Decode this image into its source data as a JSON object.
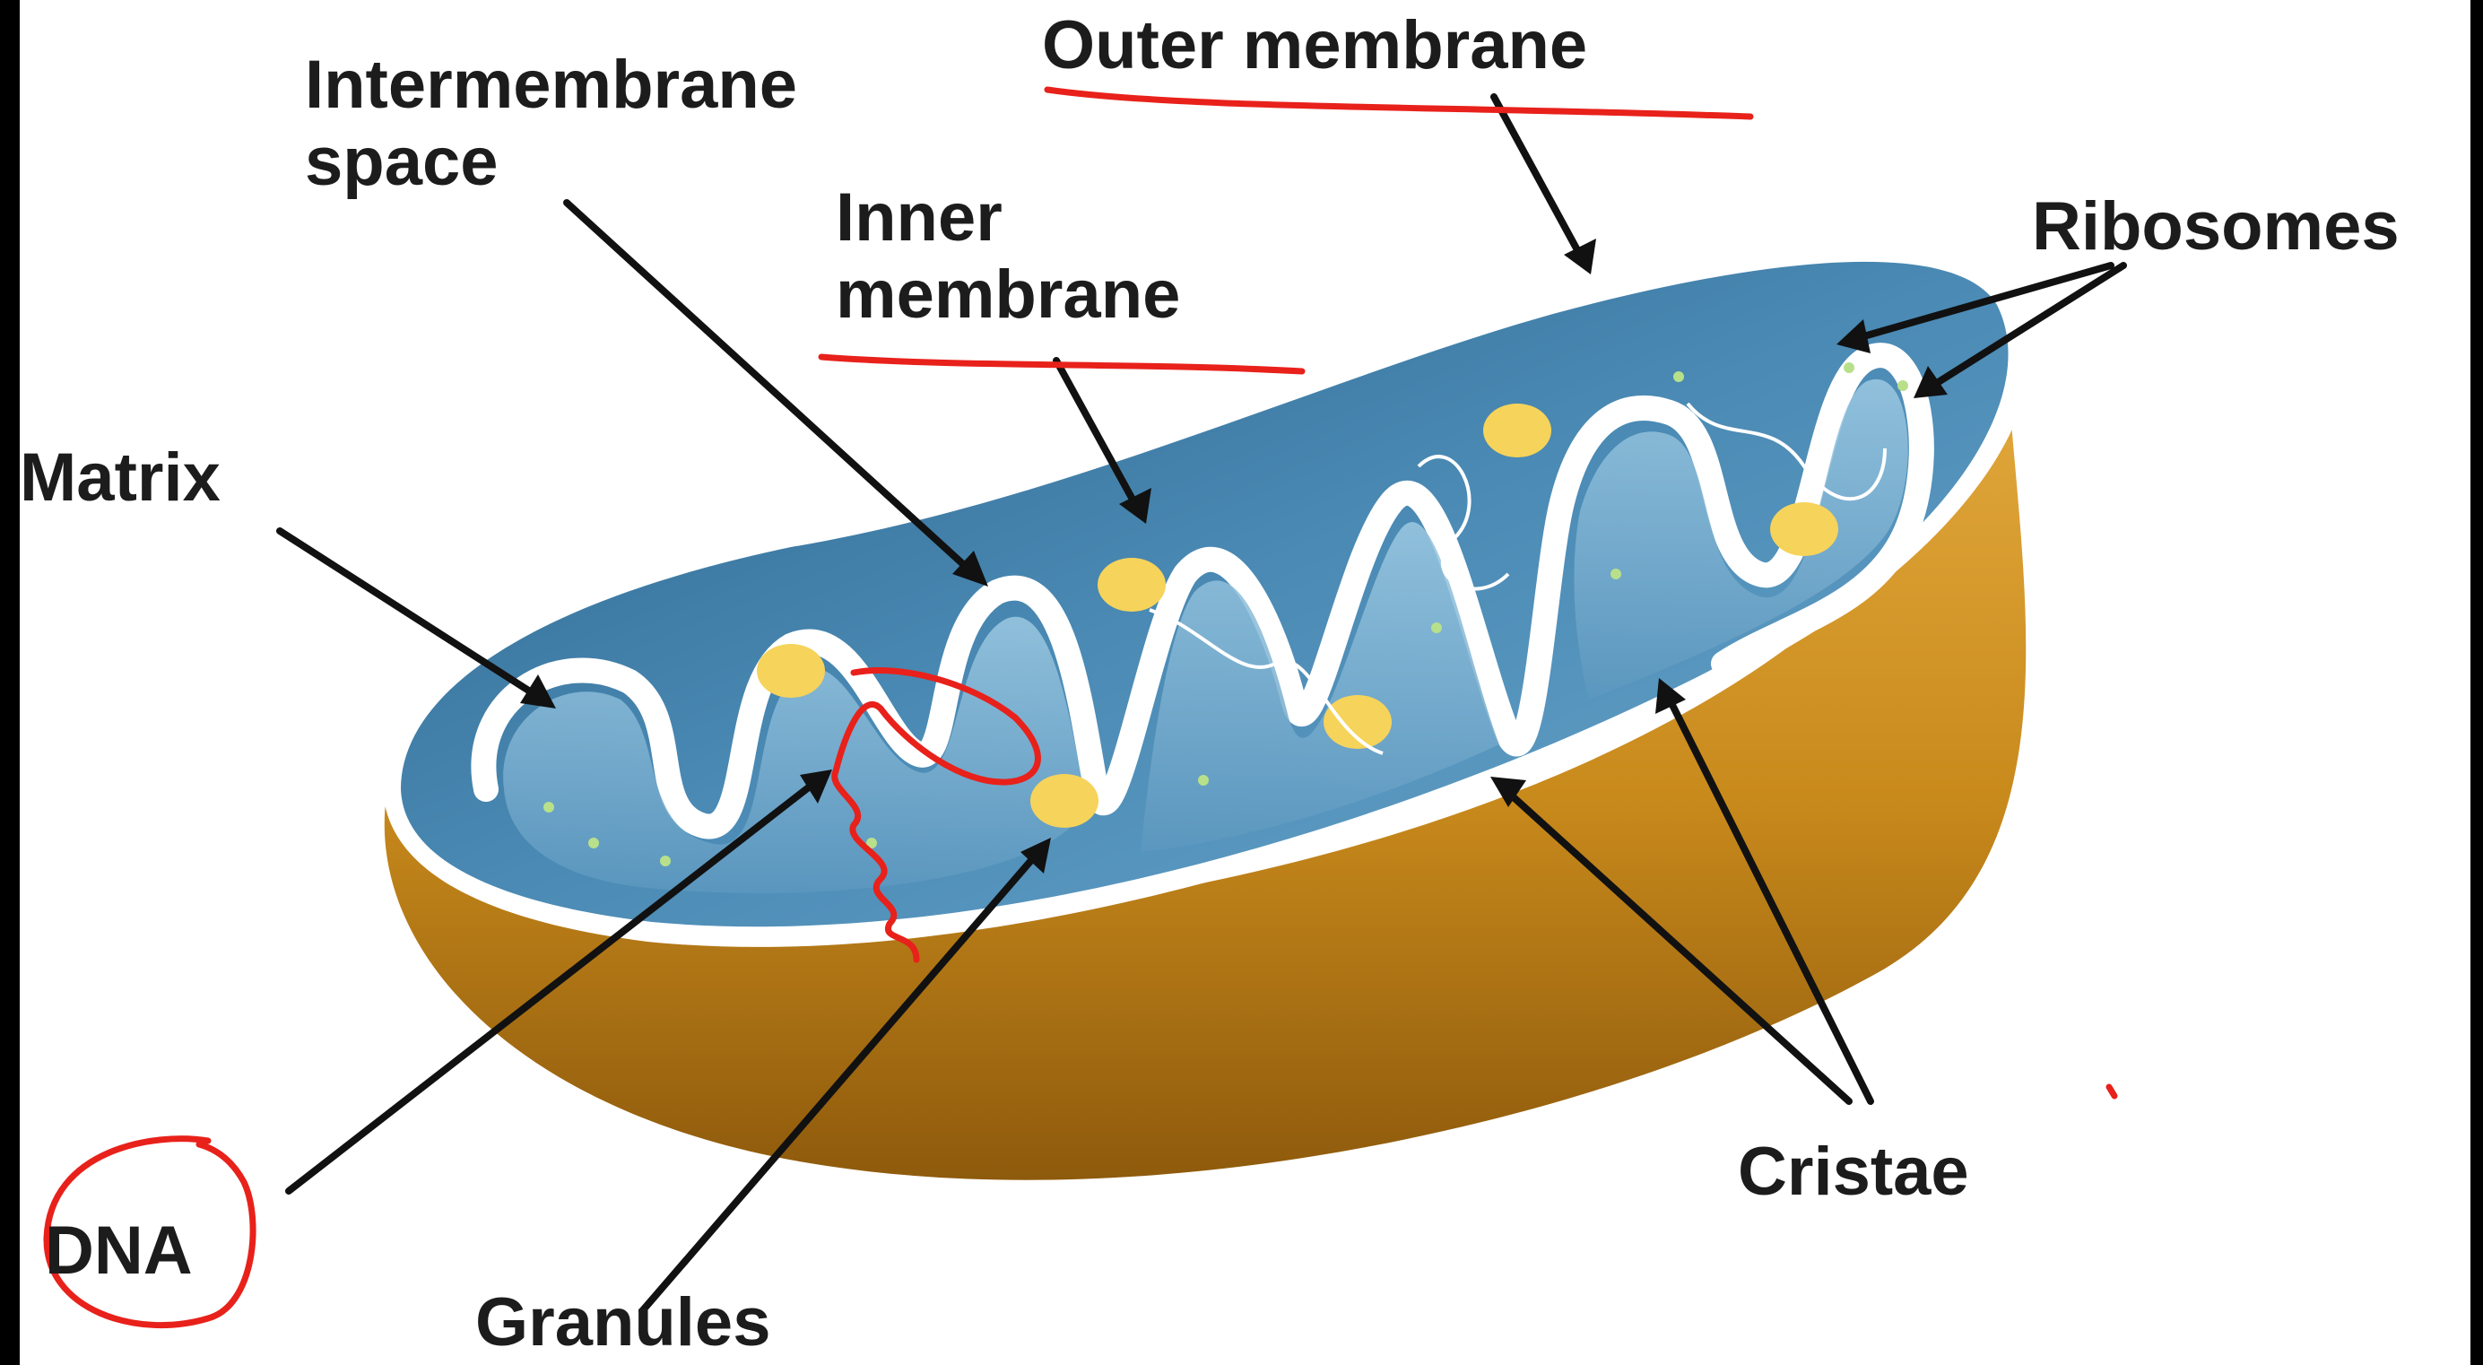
{
  "labels": {
    "intermembrane_space": [
      "Intermembrane",
      "space"
    ],
    "outer_membrane": "Outer membrane",
    "inner_membrane": [
      "Inner",
      "membrane"
    ],
    "ribosomes": "Ribosomes",
    "matrix": "Matrix",
    "cristae": "Cristae",
    "dna": "DNA",
    "granules": "Granules"
  },
  "annotations": {
    "underlined": [
      "outer_membrane",
      "inner_membrane"
    ],
    "circled": [
      "dna"
    ],
    "scribbled_over": "dna"
  },
  "colors": {
    "matrix_blue": "#3f7ea6",
    "dark_blue": "#1e4f73",
    "light_blue": "#8fc0dc",
    "membrane_white": "#ffffff",
    "outer_rim_orange": "#c98a1c",
    "granule_yellow": "#f6d35a",
    "annotation_red": "#e8211b",
    "label_text": "#1c1c1c"
  }
}
